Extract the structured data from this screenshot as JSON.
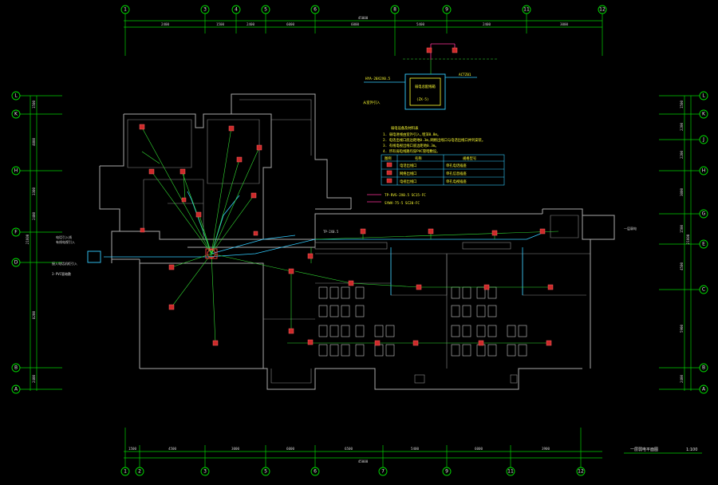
{
  "drawing": {
    "title": "一层弱电平面图",
    "scale": "1:100"
  },
  "axes": {
    "top_labels": [
      "1",
      "3",
      "4",
      "5",
      "6",
      "8",
      "9",
      "11",
      "12"
    ],
    "bottom_labels": [
      "1",
      "2",
      "3",
      "5",
      "6",
      "7",
      "9",
      "11",
      "12"
    ],
    "left_labels": [
      "L",
      "K",
      "H",
      "F",
      "D",
      "B",
      "A"
    ],
    "right_labels": [
      "L",
      "K",
      "J",
      "H",
      "G",
      "E",
      "C",
      "B",
      "A"
    ]
  },
  "dimensions": {
    "top_segments": [
      "2400",
      "1500",
      "2400",
      "6000",
      "6000",
      "5400",
      "2400",
      "3000"
    ],
    "top_total": "45000",
    "bottom_segments": [
      "1500",
      "4500",
      "3000",
      "6000",
      "6500",
      "5400",
      "6000",
      "3900"
    ],
    "bottom_total": "45000",
    "left_segments": [
      "1500",
      "4000",
      "3300",
      "2400",
      "8200",
      "2400"
    ],
    "left_total": "21600",
    "right_segments": [
      "1500",
      "2200",
      "2200",
      "3000",
      "1500",
      "4500",
      "5900",
      "2400"
    ],
    "right_total": "21600"
  },
  "annotations": {
    "panel_label": "ACTZ01",
    "panel_box": "弱电总配线箱",
    "panel_sub": "(ZX-5)",
    "incoming": "从室外引入",
    "incoming_cable": "HYA-20X2X0.5",
    "left_note1": "电话引入线",
    "left_note2": "有线电视引入",
    "left_note3": "接入电话机柜引入",
    "left_note4": "3-PVC管暗敷",
    "legend_title": "弱电设备及材料表",
    "legend_notes": [
      "1. 弱电进线由室外引入,埋深0.8m。",
      "2. 电话出线口底边距地0.3m,网络出线口与电话出线口并列安装。",
      "3. 有线电视出线口底边距地0.3m。",
      "4. 所有弱电线路均穿PVC管暗敷设。"
    ],
    "legend_headers": [
      "图例",
      "名称",
      "规格型号"
    ],
    "legend_rows": [
      [
        "电话出线口",
        "单孔电话插座"
      ],
      [
        "网络出线口",
        "单孔信息插座"
      ],
      [
        "电视出线口",
        "单孔电视插座"
      ]
    ],
    "wire_label_1": "TP-RVS-2X0.5 SC15-FC",
    "wire_label_2": "SYWV-75-5 SC20-FC",
    "corridor_label": "TP-2X0.5",
    "right_label": "一层弱电"
  }
}
